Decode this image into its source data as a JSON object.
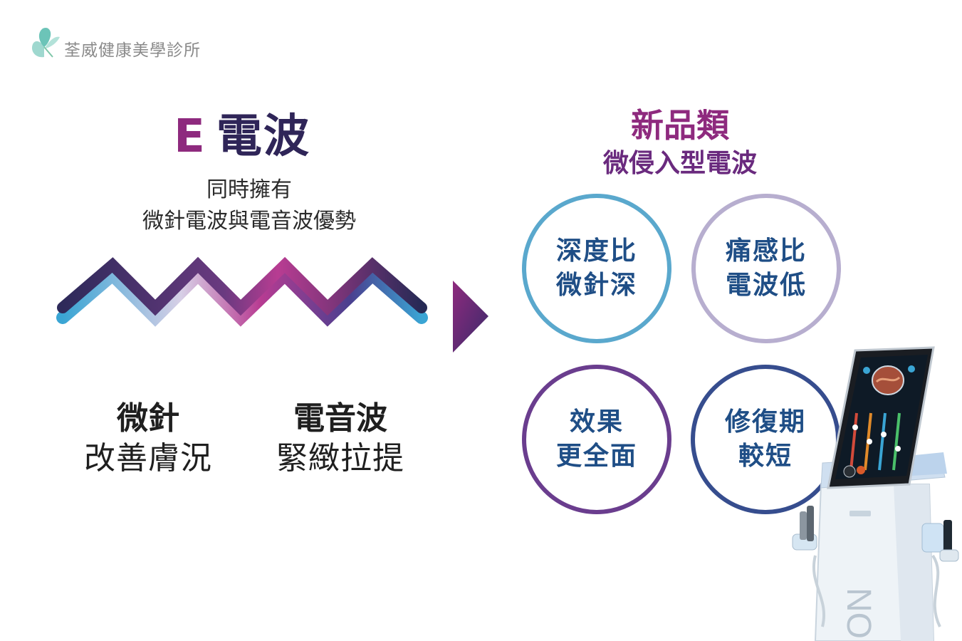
{
  "brand": {
    "name": "荃威健康美學診所",
    "icon": "butterfly-icon",
    "color": "#7fc8c0"
  },
  "left": {
    "title_letter": "E",
    "title_text": "電波",
    "subtitle_line1": "同時擁有",
    "subtitle_line2": "微針電波與電音波優勢",
    "features": [
      {
        "head": "微針",
        "desc": "改善膚況"
      },
      {
        "head": "電音波",
        "desc": "緊緻拉提"
      }
    ]
  },
  "right": {
    "title": "新品類",
    "subtitle": "微侵入型電波",
    "circles": [
      {
        "line1": "深度比",
        "line2": "微針深"
      },
      {
        "line1": "痛感比",
        "line2": "電波低"
      },
      {
        "line1": "效果",
        "line2": "更全面"
      },
      {
        "line1": "修復期",
        "line2": "較短"
      }
    ]
  },
  "device": {
    "logo_text": "NO"
  },
  "colors": {
    "title_purple": "#8e2a7e",
    "dark_navy": "#2f2558",
    "circle_text": "#1f4e86",
    "teal": "#3a9cc8"
  }
}
